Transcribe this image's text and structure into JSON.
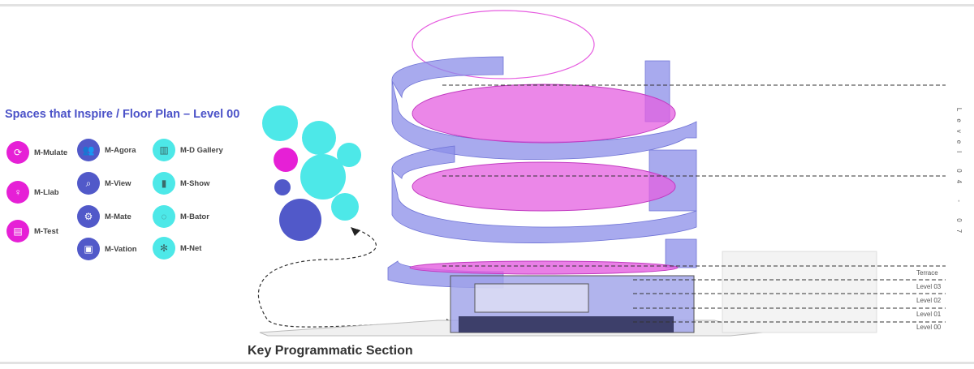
{
  "title": "Spaces that Inspire / Floor Plan – Level 00",
  "legend": [
    {
      "label": "M-Mulate",
      "icon": "cycle-icon",
      "color": "#e620d6"
    },
    {
      "label": "M-Llab",
      "icon": "bulb-icon",
      "color": "#e620d6"
    },
    {
      "label": "M-Test",
      "icon": "checklist-icon",
      "color": "#e620d6"
    },
    {
      "label": "M-Agora",
      "icon": "group-icon",
      "color": "#5159c9"
    },
    {
      "label": "M-View",
      "icon": "search-icon",
      "color": "#5159c9"
    },
    {
      "label": "M-Mate",
      "icon": "factory-icon",
      "color": "#5159c9"
    },
    {
      "label": "M-Vation",
      "icon": "puzzle-icon",
      "color": "#5159c9"
    },
    {
      "label": "M-D Gallery",
      "icon": "barcode-icon",
      "color": "#4de8e8"
    },
    {
      "label": "M-Show",
      "icon": "film-icon",
      "color": "#4de8e8"
    },
    {
      "label": "M-Bator",
      "icon": "cycle-icon",
      "color": "#4de8e8"
    },
    {
      "label": "M-Net",
      "icon": "network-icon",
      "color": "#4de8e8"
    }
  ],
  "section": {
    "caption": "Key Programmatic Section",
    "upper_label": "Level 04 - 07",
    "levels": [
      "Terrace",
      "Level 03",
      "Level 02",
      "Level 01",
      "Level 00"
    ]
  }
}
